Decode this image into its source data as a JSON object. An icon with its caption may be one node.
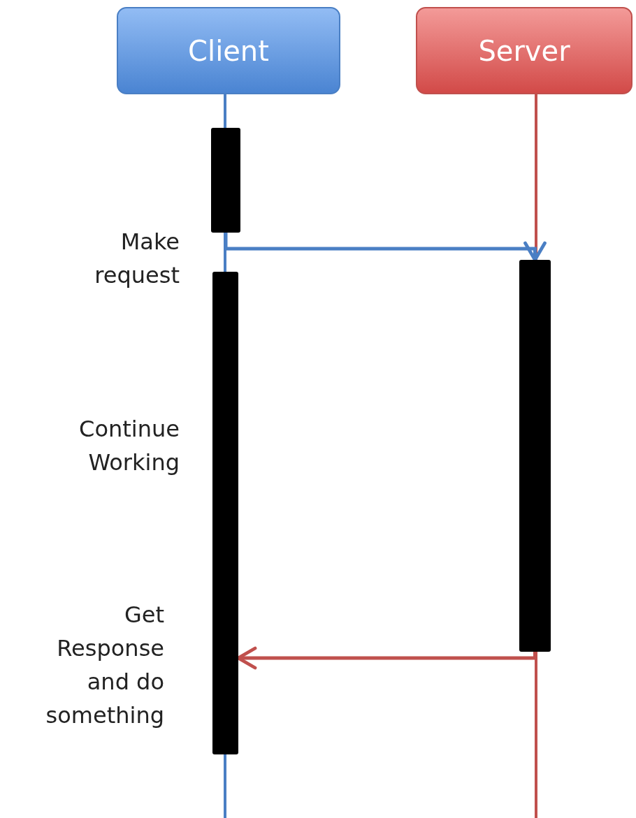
{
  "diagram": {
    "nodes": [
      {
        "text": [
          "Client"
        ]
      },
      {
        "text": [
          "Server"
        ]
      },
      {
        "text": [],
        "shape": "bar"
      },
      {
        "text": [],
        "shape": "bar"
      },
      {
        "text": [],
        "shape": "bar"
      }
    ],
    "edges": [
      {
        "from": 2,
        "to": 4,
        "arrow": "to",
        "label": "Make request",
        "color": "#4a7fc4"
      },
      {
        "from": 4,
        "to": 3,
        "arrow": "to",
        "label": "Get Response and do something",
        "color": "#c0504d"
      }
    ],
    "labels": [
      "Continue Working"
    ]
  }
}
